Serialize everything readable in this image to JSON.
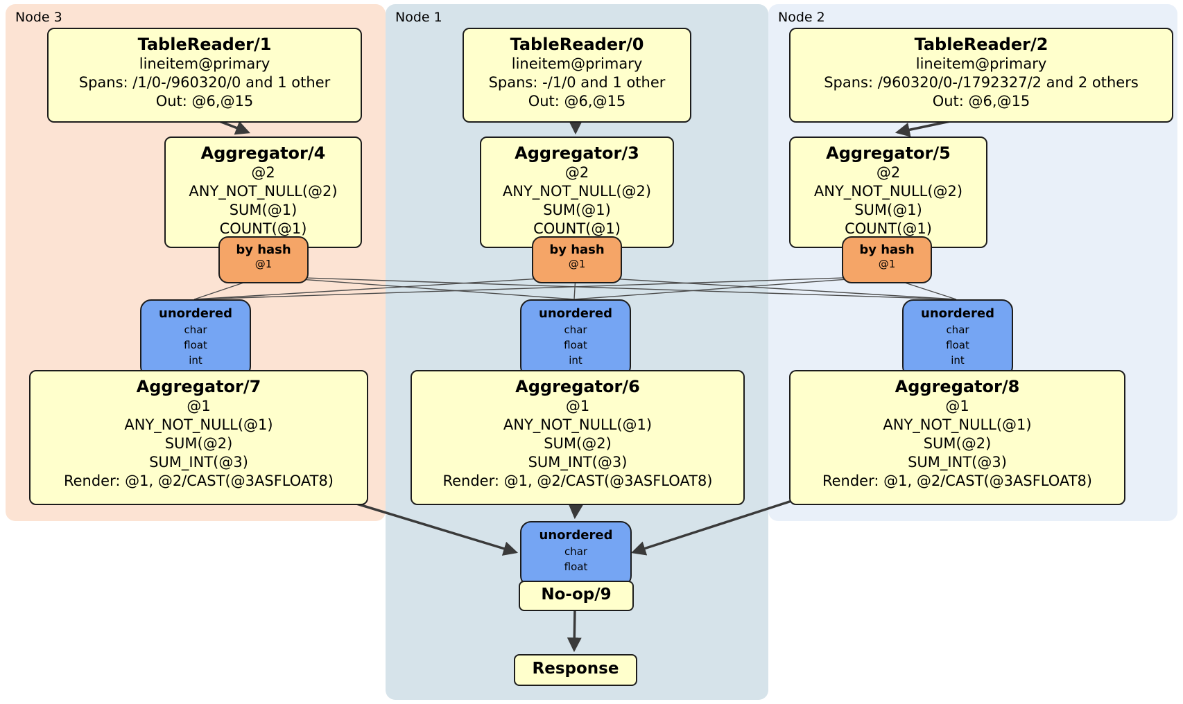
{
  "groups": [
    {
      "label": "Node 3",
      "table_reader": {
        "title": "TableReader/1",
        "lines": [
          "lineitem@primary",
          "Spans: /1/0-/960320/0 and 1 other",
          "Out: @6,@15"
        ]
      },
      "aggregator_top": {
        "title": "Aggregator/4",
        "lines": [
          "@2",
          "ANY_NOT_NULL(@2)",
          "SUM(@1)",
          "COUNT(@1)"
        ]
      },
      "hash_router": {
        "title": "by hash",
        "detail": "@1"
      },
      "sync": {
        "title": "unordered",
        "lines": [
          "char",
          "float",
          "int"
        ]
      },
      "aggregator_bottom": {
        "title": "Aggregator/7",
        "lines": [
          "@1",
          "ANY_NOT_NULL(@1)",
          "SUM(@2)",
          "SUM_INT(@3)",
          "Render: @1, @2/CAST(@3ASFLOAT8)"
        ]
      }
    },
    {
      "label": "Node 1",
      "table_reader": {
        "title": "TableReader/0",
        "lines": [
          "lineitem@primary",
          "Spans: -/1/0 and 1 other",
          "Out: @6,@15"
        ]
      },
      "aggregator_top": {
        "title": "Aggregator/3",
        "lines": [
          "@2",
          "ANY_NOT_NULL(@2)",
          "SUM(@1)",
          "COUNT(@1)"
        ]
      },
      "hash_router": {
        "title": "by hash",
        "detail": "@1"
      },
      "sync": {
        "title": "unordered",
        "lines": [
          "char",
          "float",
          "int"
        ]
      },
      "aggregator_bottom": {
        "title": "Aggregator/6",
        "lines": [
          "@1",
          "ANY_NOT_NULL(@1)",
          "SUM(@2)",
          "SUM_INT(@3)",
          "Render: @1, @2/CAST(@3ASFLOAT8)"
        ]
      }
    },
    {
      "label": "Node 2",
      "table_reader": {
        "title": "TableReader/2",
        "lines": [
          "lineitem@primary",
          "Spans: /960320/0-/1792327/2 and 2 others",
          "Out: @6,@15"
        ]
      },
      "aggregator_top": {
        "title": "Aggregator/5",
        "lines": [
          "@2",
          "ANY_NOT_NULL(@2)",
          "SUM(@1)",
          "COUNT(@1)"
        ]
      },
      "hash_router": {
        "title": "by hash",
        "detail": "@1"
      },
      "sync": {
        "title": "unordered",
        "lines": [
          "char",
          "float",
          "int"
        ]
      },
      "aggregator_bottom": {
        "title": "Aggregator/8",
        "lines": [
          "@1",
          "ANY_NOT_NULL(@1)",
          "SUM(@2)",
          "SUM_INT(@3)",
          "Render: @1, @2/CAST(@3ASFLOAT8)"
        ]
      }
    }
  ],
  "final_sync": {
    "title": "unordered",
    "lines": [
      "char",
      "float"
    ]
  },
  "noop": {
    "title": "No-op/9"
  },
  "response": {
    "title": "Response"
  },
  "colors": {
    "node3_bg": "#fce3d3",
    "node1_bg": "#d6e3ea",
    "node2_bg": "#e9f0f9",
    "plan_box_bg": "#ffffcc",
    "hash_box_bg": "#f5a567",
    "sync_box_bg": "#75a5f3",
    "edge": "#3a3a3a"
  }
}
